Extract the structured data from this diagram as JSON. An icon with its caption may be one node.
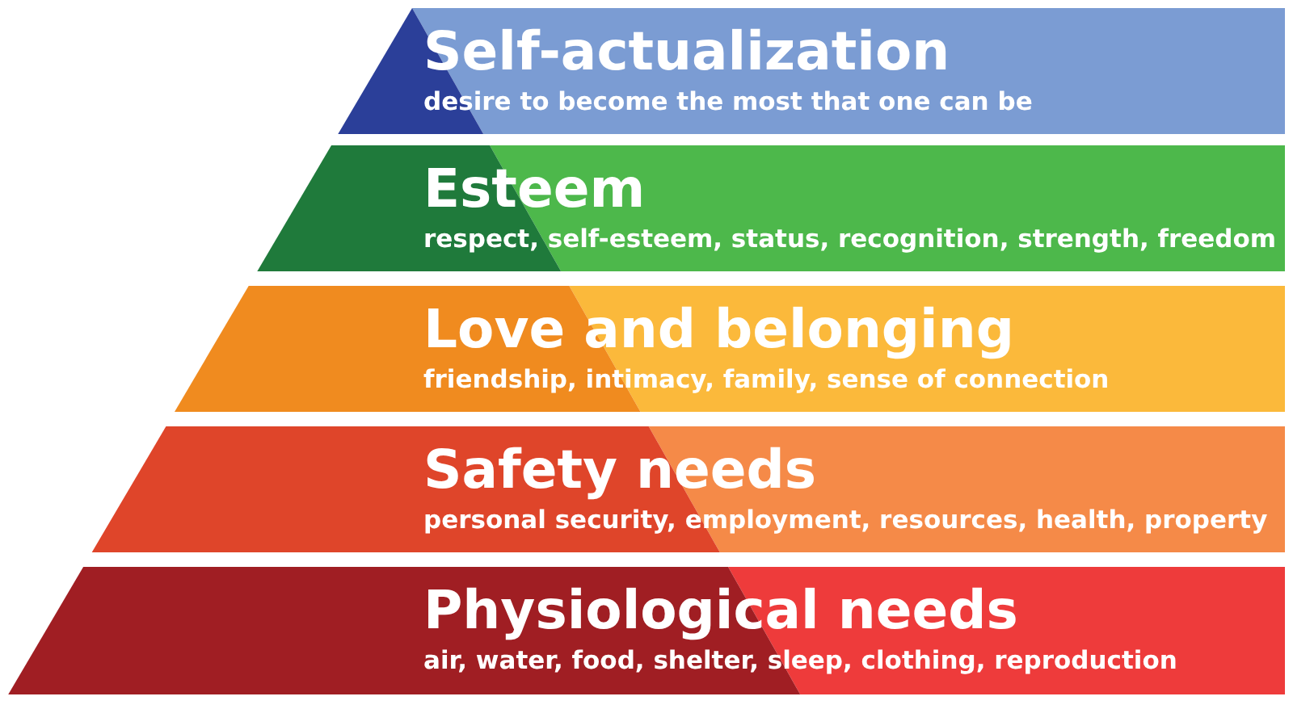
{
  "diagram": {
    "nodes": [
      {
        "text": [
          "Self-actualization",
          "desire to become the most that one can be"
        ]
      },
      {
        "text": [
          "Esteem",
          "respect, self-esteem, status, recognition, strength, freedom"
        ]
      },
      {
        "text": [
          "Love and belonging",
          "friendship, intimacy, family, sense of connection"
        ]
      },
      {
        "text": [
          "Safety needs",
          "personal security, employment, resources, health, property"
        ]
      },
      {
        "text": [
          "Physiological needs",
          "air, water, food, shelter, sleep, clothing, reproduction"
        ]
      }
    ],
    "edges": []
  }
}
